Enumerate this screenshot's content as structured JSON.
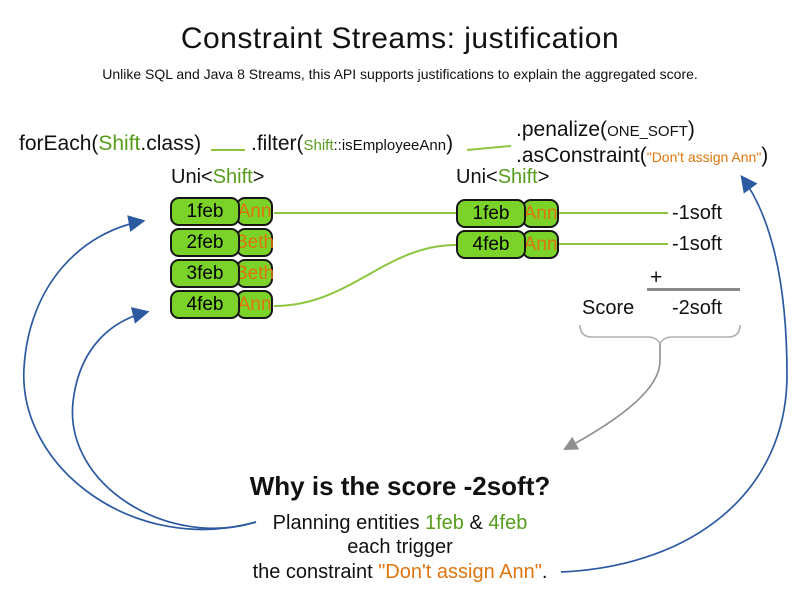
{
  "title": "Constraint Streams: justification",
  "subtitle": "Unlike SQL and Java 8 Streams, this API supports justifications to explain the aggregated score.",
  "code": {
    "foreach_pre": "forEach(",
    "foreach_class": "Shift",
    "foreach_post": ".class)",
    "filter_pre": ".filter(",
    "filter_class": "Shift",
    "filter_method": "::isEmployeeAnn",
    "filter_post": ")",
    "penalize_pre": ".penalize(",
    "penalize_arg": "ONE_SOFT",
    "penalize_post": ")",
    "asconstraint_pre": ".asConstraint(",
    "asconstraint_arg": "\"Don't assign Ann\"",
    "asconstraint_post": ")"
  },
  "streams": {
    "left": {
      "label_pre": "Uni<",
      "label_type": "Shift",
      "label_post": ">",
      "rows": [
        {
          "date": "1feb",
          "name": "Ann"
        },
        {
          "date": "2feb",
          "name": "Beth"
        },
        {
          "date": "3feb",
          "name": "Beth"
        },
        {
          "date": "4feb",
          "name": "Ann"
        }
      ]
    },
    "right": {
      "label_pre": "Uni<",
      "label_type": "Shift",
      "label_post": ">",
      "rows": [
        {
          "date": "1feb",
          "name": "Ann"
        },
        {
          "date": "4feb",
          "name": "Ann"
        }
      ]
    }
  },
  "scores": {
    "per_match": [
      "-1soft",
      "-1soft"
    ],
    "plus": "+",
    "score_label": "Score",
    "total": "-2soft"
  },
  "explanation": {
    "heading": "Why is the score -2soft?",
    "line1_pre": "Planning entities ",
    "line1_entity1": "1feb",
    "line1_amp": " & ",
    "line1_entity2": "4feb",
    "line2": "each trigger",
    "line3_pre": "the constraint ",
    "line3_quote": "\"Don't assign Ann\"",
    "line3_post": "."
  },
  "icons": [
    "blue-arrow-to-1feb",
    "blue-arrow-to-4feb",
    "blue-arrow-to-asconstraint",
    "gray-arrow-score-to-why",
    "curly-brace"
  ],
  "colors": {
    "green-text": "#579d1c",
    "box-fill": "#7bd229",
    "box-border": "#161616",
    "line-green": "#8cc63f",
    "orange": "#de750e",
    "blue": "#2c5aa0",
    "gray": "#8f8f8f",
    "brace": "#b0b0b0",
    "ink": "#111111"
  }
}
